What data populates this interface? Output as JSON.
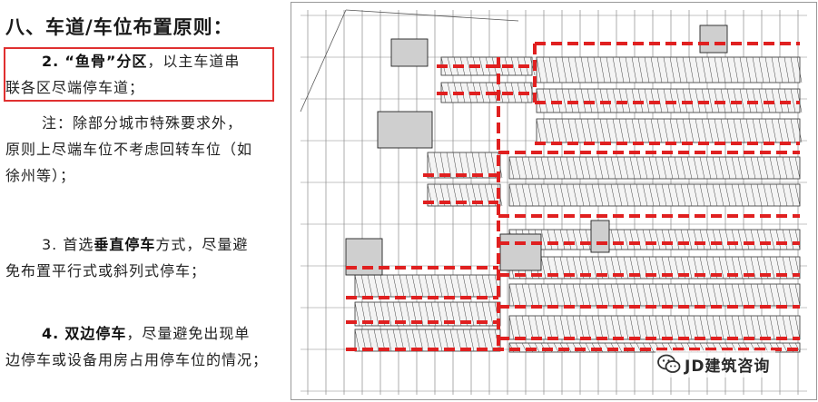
{
  "title": "八、车道/车位布置原则：",
  "items": [
    {
      "num": "2.",
      "emph": "“鱼骨”分区",
      "rest1": "，以主车道串",
      "rest2": "联各区尽端停车道；"
    },
    {
      "line1": "注：除部分城市特殊要求外，",
      "line2": "原则上尽端车位不考虑回转车位（如",
      "line3": "徐州等）；"
    },
    {
      "num": "3.",
      "pre": "首选",
      "emph": "垂直停车",
      "rest1": "方式，尽量避",
      "rest2": "免布置平行式或斜列式停车；"
    },
    {
      "num": "4.",
      "emph": "双边停车",
      "rest1": "，尽量避免出现单",
      "rest2": "边停车或设备用房占用停车位的情况；"
    }
  ],
  "watermark": {
    "text": "JD建筑咨询",
    "icon": "wechat-icon"
  },
  "colors": {
    "highlight_box": "#e03030",
    "route": "#e02020"
  }
}
